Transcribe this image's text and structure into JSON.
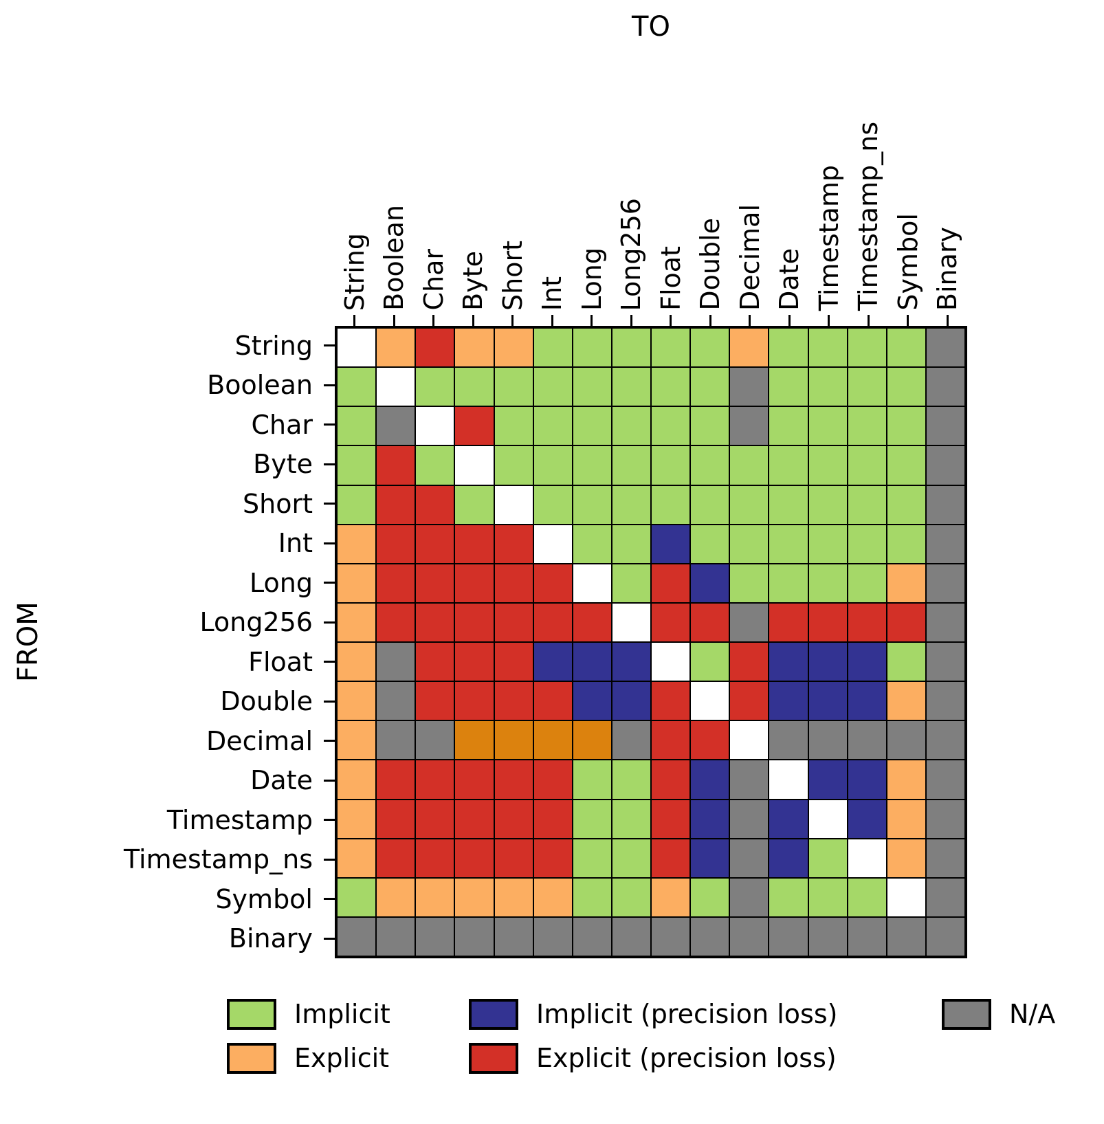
{
  "chart_data": {
    "type": "heatmap",
    "xlabel": "TO",
    "ylabel": "FROM",
    "categories": [
      "String",
      "Boolean",
      "Char",
      "Byte",
      "Short",
      "Int",
      "Long",
      "Long256",
      "Float",
      "Double",
      "Decimal",
      "Date",
      "Timestamp",
      "Timestamp_ns",
      "Symbol",
      "Binary"
    ],
    "colors": {
      "I": "#a5d868",
      "E": "#fcae61",
      "IP": "#333392",
      "EP": "#d33027",
      "NA": "#7f7f7f",
      "ED": "#dc820e",
      "SELF": "#ffffff"
    },
    "cell_codes": {
      "I": "Implicit",
      "E": "Explicit",
      "IP": "Implicit (precision loss)",
      "EP": "Explicit (precision loss)",
      "NA": "N/A",
      "ED": "Explicit (darker orange variant shown in Decimal row)",
      "SELF": "same type (blank diagonal)"
    },
    "matrix": [
      [
        "SELF",
        "E",
        "EP",
        "E",
        "E",
        "I",
        "I",
        "I",
        "I",
        "I",
        "E",
        "I",
        "I",
        "I",
        "I",
        "NA"
      ],
      [
        "I",
        "SELF",
        "I",
        "I",
        "I",
        "I",
        "I",
        "I",
        "I",
        "I",
        "NA",
        "I",
        "I",
        "I",
        "I",
        "NA"
      ],
      [
        "I",
        "NA",
        "SELF",
        "EP",
        "I",
        "I",
        "I",
        "I",
        "I",
        "I",
        "NA",
        "I",
        "I",
        "I",
        "I",
        "NA"
      ],
      [
        "I",
        "EP",
        "I",
        "SELF",
        "I",
        "I",
        "I",
        "I",
        "I",
        "I",
        "I",
        "I",
        "I",
        "I",
        "I",
        "NA"
      ],
      [
        "I",
        "EP",
        "EP",
        "I",
        "SELF",
        "I",
        "I",
        "I",
        "I",
        "I",
        "I",
        "I",
        "I",
        "I",
        "I",
        "NA"
      ],
      [
        "E",
        "EP",
        "EP",
        "EP",
        "EP",
        "SELF",
        "I",
        "I",
        "IP",
        "I",
        "I",
        "I",
        "I",
        "I",
        "I",
        "NA"
      ],
      [
        "E",
        "EP",
        "EP",
        "EP",
        "EP",
        "EP",
        "SELF",
        "I",
        "EP",
        "IP",
        "I",
        "I",
        "I",
        "I",
        "E",
        "NA"
      ],
      [
        "E",
        "EP",
        "EP",
        "EP",
        "EP",
        "EP",
        "EP",
        "SELF",
        "EP",
        "EP",
        "NA",
        "EP",
        "EP",
        "EP",
        "EP",
        "NA"
      ],
      [
        "E",
        "NA",
        "EP",
        "EP",
        "EP",
        "IP",
        "IP",
        "IP",
        "SELF",
        "I",
        "EP",
        "IP",
        "IP",
        "IP",
        "I",
        "NA"
      ],
      [
        "E",
        "NA",
        "EP",
        "EP",
        "EP",
        "EP",
        "IP",
        "IP",
        "EP",
        "SELF",
        "EP",
        "IP",
        "IP",
        "IP",
        "E",
        "NA"
      ],
      [
        "E",
        "NA",
        "NA",
        "ED",
        "ED",
        "ED",
        "ED",
        "NA",
        "EP",
        "EP",
        "SELF",
        "NA",
        "NA",
        "NA",
        "NA",
        "NA"
      ],
      [
        "E",
        "EP",
        "EP",
        "EP",
        "EP",
        "EP",
        "I",
        "I",
        "EP",
        "IP",
        "NA",
        "SELF",
        "IP",
        "IP",
        "E",
        "NA"
      ],
      [
        "E",
        "EP",
        "EP",
        "EP",
        "EP",
        "EP",
        "I",
        "I",
        "EP",
        "IP",
        "NA",
        "IP",
        "SELF",
        "IP",
        "E",
        "NA"
      ],
      [
        "E",
        "EP",
        "EP",
        "EP",
        "EP",
        "EP",
        "I",
        "I",
        "EP",
        "IP",
        "NA",
        "IP",
        "I",
        "SELF",
        "E",
        "NA"
      ],
      [
        "I",
        "E",
        "E",
        "E",
        "E",
        "E",
        "I",
        "I",
        "E",
        "I",
        "NA",
        "I",
        "I",
        "I",
        "SELF",
        "NA"
      ],
      [
        "NA",
        "NA",
        "NA",
        "NA",
        "NA",
        "NA",
        "NA",
        "NA",
        "NA",
        "NA",
        "NA",
        "NA",
        "NA",
        "NA",
        "NA",
        "NA"
      ]
    ],
    "legend_position": "bottom",
    "legend": [
      {
        "label": "Implicit",
        "code": "I"
      },
      {
        "label": "Implicit (precision loss)",
        "code": "IP"
      },
      {
        "label": "N/A",
        "code": "NA"
      },
      {
        "label": "Explicit",
        "code": "E"
      },
      {
        "label": "Explicit (precision loss)",
        "code": "EP"
      }
    ]
  }
}
